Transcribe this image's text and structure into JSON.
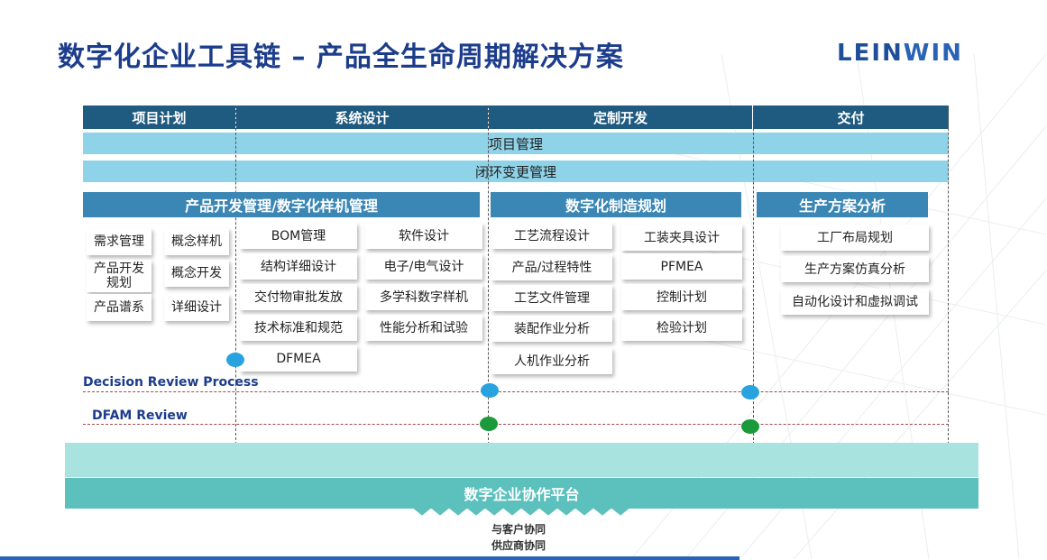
{
  "title": "数字化企业工具链 – 产品全生命周期解决方案",
  "logo": {
    "part1": "LEIN",
    "part2": "WIN"
  },
  "phases": [
    "项目计划",
    "系统设计",
    "定制开发",
    "交付"
  ],
  "bands": [
    "项目管理",
    "闭环变更管理"
  ],
  "sections": [
    "产品开发管理/数字化样机管理",
    "数字化制造规划",
    "生产方案分析"
  ],
  "plan_items": [
    "需求管理",
    "概念样机",
    "产品开发规划",
    "概念开发",
    "产品谱系",
    "详细设计"
  ],
  "design_items": [
    "BOM管理",
    "软件设计",
    "结构详细设计",
    "电子/电气设计",
    "交付物审批发放",
    "多学科数字样机",
    "技术标准和规范",
    "性能分析和试验",
    "DFMEA"
  ],
  "mfg_items": [
    "工艺流程设计",
    "工装夹具设计",
    "产品/过程特性",
    "PFMEA",
    "工艺文件管理",
    "控制计划",
    "装配作业分析",
    "检验计划",
    "人机作业分析"
  ],
  "prod_items": [
    "工厂布局规划",
    "生产方案仿真分析",
    "自动化设计和虚拟调试"
  ],
  "reviews": [
    "Decision Review Process",
    "DFAM Review"
  ],
  "platform": "数字企业协作平台",
  "collab": [
    "与客户协同",
    "供应商协同"
  ],
  "colors": {
    "title": "#1c3c8c",
    "phase": "#1f5a80",
    "band": "#8fd3e8",
    "section": "#3a86b5",
    "blue_dot": "#29a3e0",
    "green_dot": "#1a9a3a",
    "platform": "#5cc0bd"
  }
}
